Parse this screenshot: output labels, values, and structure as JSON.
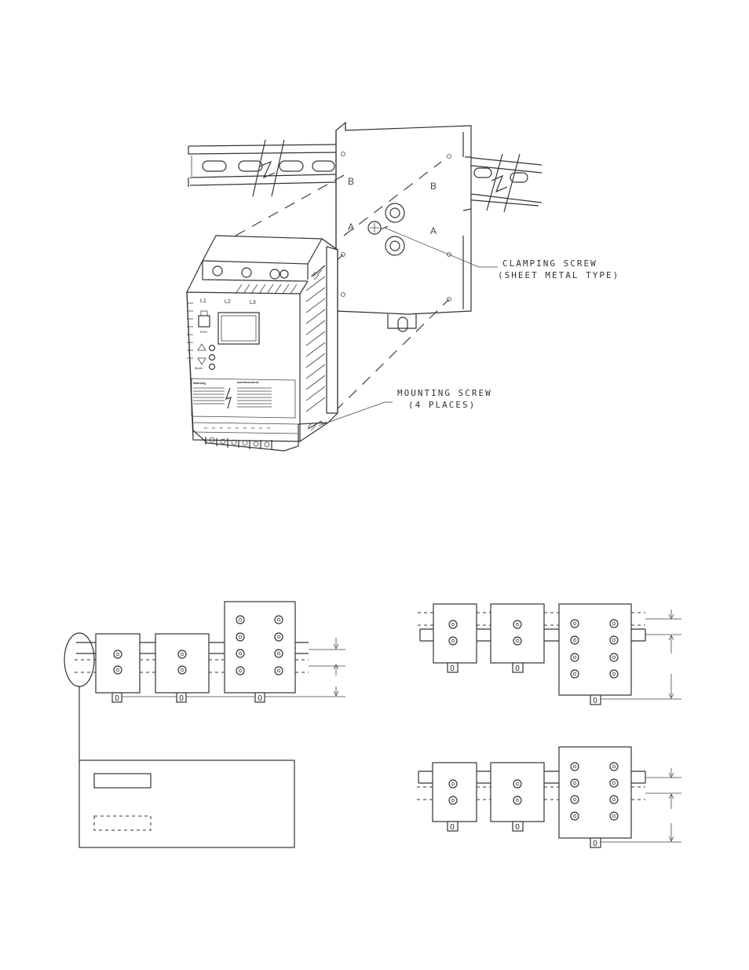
{
  "top_figure": {
    "callouts": {
      "clamping_screw_line1": "CLAMPING SCREW",
      "clamping_screw_line2": "(SHEET METAL TYPE)",
      "mounting_screw_line1": "MOUNTING SCREW",
      "mounting_screw_line2": "(4 PLACES)"
    },
    "plate_marks": {
      "b_left": "B",
      "b_right": "B",
      "a_left": "A",
      "a_right": "A"
    },
    "drive": {
      "terminal_labels": [
        "L1",
        "L2",
        "L3"
      ],
      "epm_label": "EPM",
      "mode_label": "Mode",
      "warning_title": "Warning",
      "warning_text": "Hazard of electrical shock. Disconnect incoming power and wait three minutes before servicing drive. Capacitors retain charge after power removal.",
      "avertissement_title": "Avertissement",
      "avertissement_text": "Risque de commotion électrique. Couper l'alimentation principale et attendre trois minutes avant d'entretenir la batterie. Les condensateurs retiennent la charge même après l'interruption du pouvoir."
    }
  },
  "bottom_figures": {
    "footer_mark": "0"
  }
}
